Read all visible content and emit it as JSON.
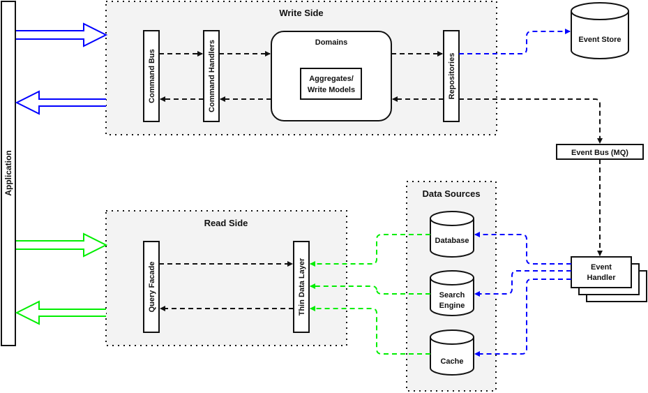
{
  "diagram": {
    "application": {
      "label": "Application"
    },
    "write_side": {
      "title": "Write Side",
      "command_bus": "Command Bus",
      "command_handlers": "Command Handlers",
      "domains": {
        "title": "Domains",
        "aggregates_line1": "Aggregates/",
        "aggregates_line2": "Write Models"
      },
      "repositories": "Repositories"
    },
    "event_store": "Event Store",
    "event_bus": "Event Bus (MQ)",
    "event_handler": {
      "line1": "Event",
      "line2": "Handler"
    },
    "read_side": {
      "title": "Read Side",
      "query_facade": "Query Facade",
      "thin_data_layer": "Thin Data Layer"
    },
    "data_sources": {
      "title": "Data Sources",
      "database": "Database",
      "search_engine_line1": "Search",
      "search_engine_line2": "Engine",
      "cache": "Cache"
    },
    "colors": {
      "write_flow": "#0000ff",
      "read_flow": "#00ee00",
      "sync_flow": "#111111",
      "container_fill": "#f3f3f3"
    }
  }
}
